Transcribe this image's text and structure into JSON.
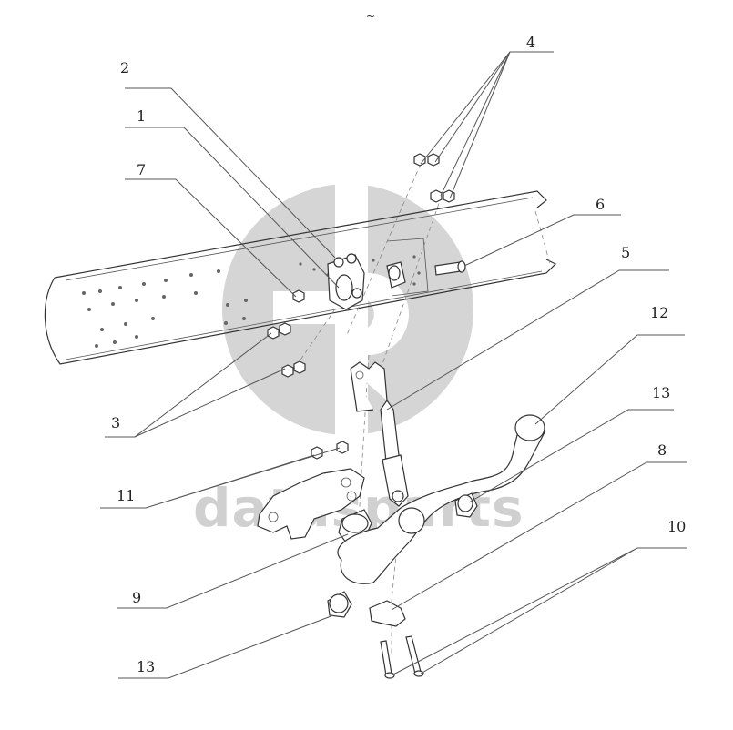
{
  "top_mark": "~",
  "watermark": {
    "text": "datasparts",
    "color": "#d3d3d3"
  },
  "callouts": [
    {
      "id": "c4",
      "label": "4"
    },
    {
      "id": "c2",
      "label": "2"
    },
    {
      "id": "c1",
      "label": "1"
    },
    {
      "id": "c7",
      "label": "7"
    },
    {
      "id": "c6",
      "label": "6"
    },
    {
      "id": "c5",
      "label": "5"
    },
    {
      "id": "c12",
      "label": "12"
    },
    {
      "id": "c13a",
      "label": "13"
    },
    {
      "id": "c8",
      "label": "8"
    },
    {
      "id": "c3",
      "label": "3"
    },
    {
      "id": "c11",
      "label": "11"
    },
    {
      "id": "c9",
      "label": "9"
    },
    {
      "id": "c10",
      "label": "10"
    },
    {
      "id": "c13b",
      "label": "13"
    }
  ]
}
